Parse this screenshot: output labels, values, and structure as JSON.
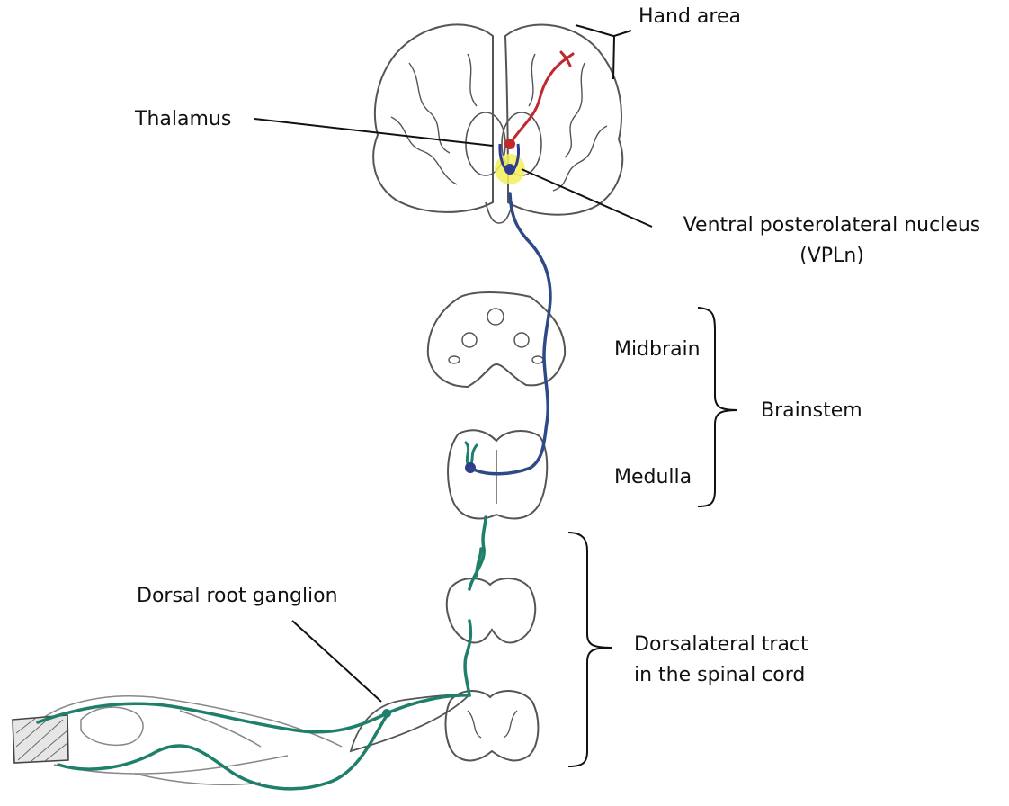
{
  "labels": {
    "hand_area": "Hand area",
    "thalamus": "Thalamus",
    "vpln_line1": "Ventral posterolateral nucleus",
    "vpln_line2": "(VPLn)",
    "midbrain": "Midbrain",
    "brainstem": "Brainstem",
    "medulla": "Medulla",
    "dorsal_root_ganglion": "Dorsal root ganglion",
    "dorsolateral_line1": "Dorsalateral tract",
    "dorsolateral_line2": "in the spinal cord"
  },
  "colors": {
    "cortical_neuron": "#c0282d",
    "thalamic_neuron": "#2e3b8f",
    "brainstem_neuron": "#2e4a86",
    "sensory_neuron": "#1e7f6a",
    "vpl_highlight": "#f3ee5a",
    "outline": "#555555",
    "label_lines": "#111111"
  }
}
